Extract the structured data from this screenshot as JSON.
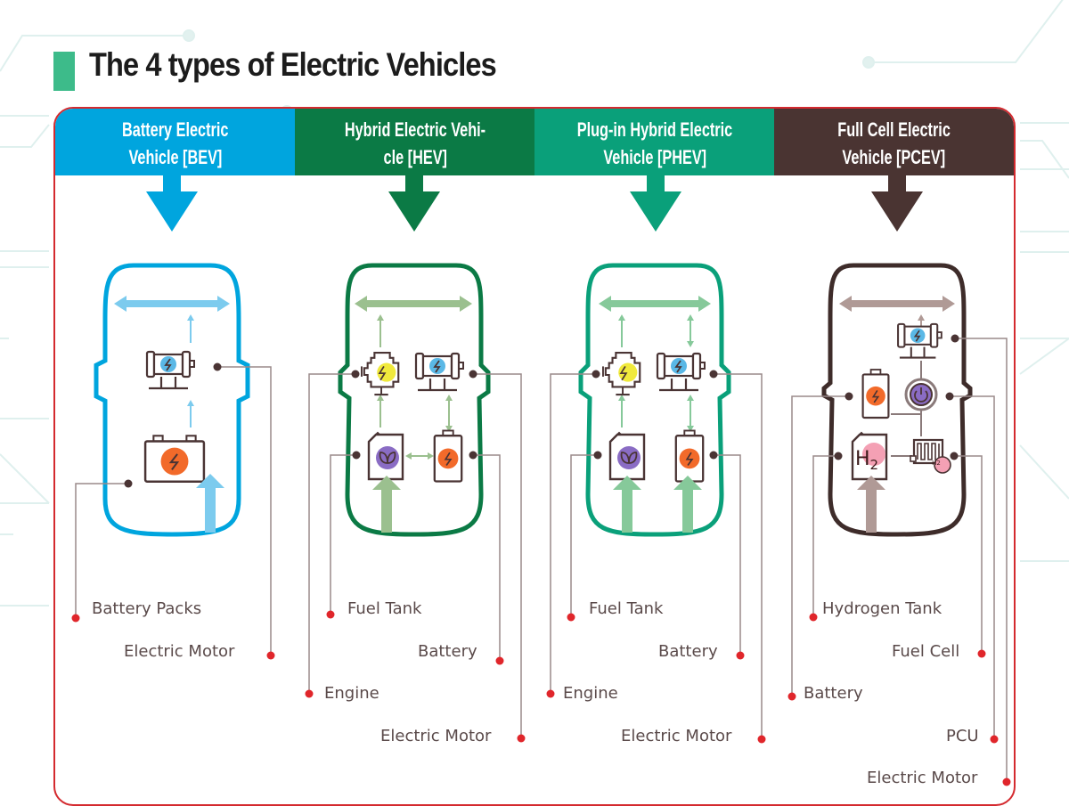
{
  "title": "The 4 types of Electric Vehicles",
  "colors": {
    "title_accent": "#3dbb8a",
    "frame_border": "#d42a2f",
    "label_dot": "#e0262b",
    "leader_line": "#9a8a8a",
    "icon_stroke": "#4a3434",
    "battery_fill": "#f26a2a",
    "motor_fill": "#5ab8e6",
    "engine_fill": "#f0e93c",
    "fuel_fill": "#8a6cc4",
    "hydrogen_fill": "#f4a0b4"
  },
  "vehicles": [
    {
      "id": "bev",
      "header": [
        "Battery Electric",
        "Vehicle [BEV]"
      ],
      "color": "#00a5de",
      "light_color": "#7ccbee",
      "components": [
        "Battery Packs",
        "Electric Motor"
      ]
    },
    {
      "id": "hev",
      "header": [
        "Hybrid Electric Vehi-",
        "cle [HEV]"
      ],
      "color": "#0b7a45",
      "light_color": "#9bc08f",
      "components": [
        "Fuel Tank",
        "Battery",
        "Engine",
        "Electric Motor"
      ]
    },
    {
      "id": "phev",
      "header": [
        "Plug-in Hybrid Electric",
        "Vehicle [PHEV]"
      ],
      "color": "#0aa07a",
      "light_color": "#86c99a",
      "components": [
        "Fuel Tank",
        "Battery",
        "Engine",
        "Electric Motor"
      ]
    },
    {
      "id": "pcev",
      "header": [
        "Full Cell Electric",
        "Vehicle [PCEV]"
      ],
      "color": "#4a3432",
      "light_color": "#b09a96",
      "components": [
        "Hydrogen Tank",
        "Fuel Cell",
        "Battery",
        "PCU",
        "Electric Motor"
      ]
    }
  ],
  "icons": {
    "h2_label": "H",
    "h2_sub": "2",
    "h2_badge": "H2"
  }
}
